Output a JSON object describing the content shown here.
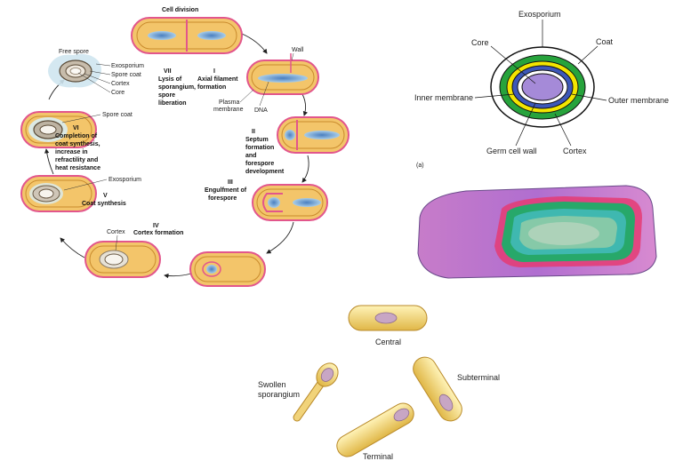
{
  "cycle": {
    "title": "Cell division",
    "stages": {
      "s1_num": "I",
      "s1_a": "Axial filament",
      "s1_b": "formation",
      "s2_num": "II",
      "s2_a": "Septum",
      "s2_b": "formation",
      "s2_c": "and",
      "s2_d": "forespore",
      "s2_e": "development",
      "s3_num": "III",
      "s3_a": "Engulfment of",
      "s3_b": "forespore",
      "s4_num": "IV",
      "s4_a": "Cortex formation",
      "s5_num": "V",
      "s5_a": "Coat synthesis",
      "s6_num": "VI",
      "s6_a": "Completion of",
      "s6_b": "coat synthesis,",
      "s6_c": "increase in",
      "s6_d": "refractility and",
      "s6_e": "heat resistance",
      "s7_num": "VII",
      "s7_a": "Lysis of",
      "s7_b": "sporangium,",
      "s7_c": "spore",
      "s7_d": "liberation"
    },
    "labels": {
      "wall": "Wall",
      "plasma_a": "Plasma",
      "plasma_b": "membrane",
      "dna": "DNA",
      "free_spore": "Free spore",
      "exosporium": "Exosporium",
      "spore_coat": "Spore coat",
      "cortex": "Cortex",
      "core": "Core",
      "vi_spore_coat": "Spore coat",
      "v_exosporium": "Exosporium",
      "iv_cortex": "Cortex"
    }
  },
  "structure": {
    "exosporium": "Exosporium",
    "core": "Core",
    "coat": "Coat",
    "inner_membrane": "Inner membrane",
    "outer_membrane": "Outer membrane",
    "germ_cell_wall": "Germ cell wall",
    "cortex": "Cortex",
    "panel_label": "(a)"
  },
  "forms": {
    "central": "Central",
    "subterminal": "Subterminal",
    "swollen_a": "Swollen",
    "swollen_b": "sporangium",
    "terminal": "Terminal"
  },
  "colors": {
    "cell_fill": "#f3c56a",
    "cell_wall": "#c98a2c",
    "cell_edge": "#e2568c",
    "spore_blue": "#7fb2d8",
    "green_ring": "#27a33c",
    "yellow_ring": "#f3e500",
    "core_purple": "#a58ad8"
  }
}
